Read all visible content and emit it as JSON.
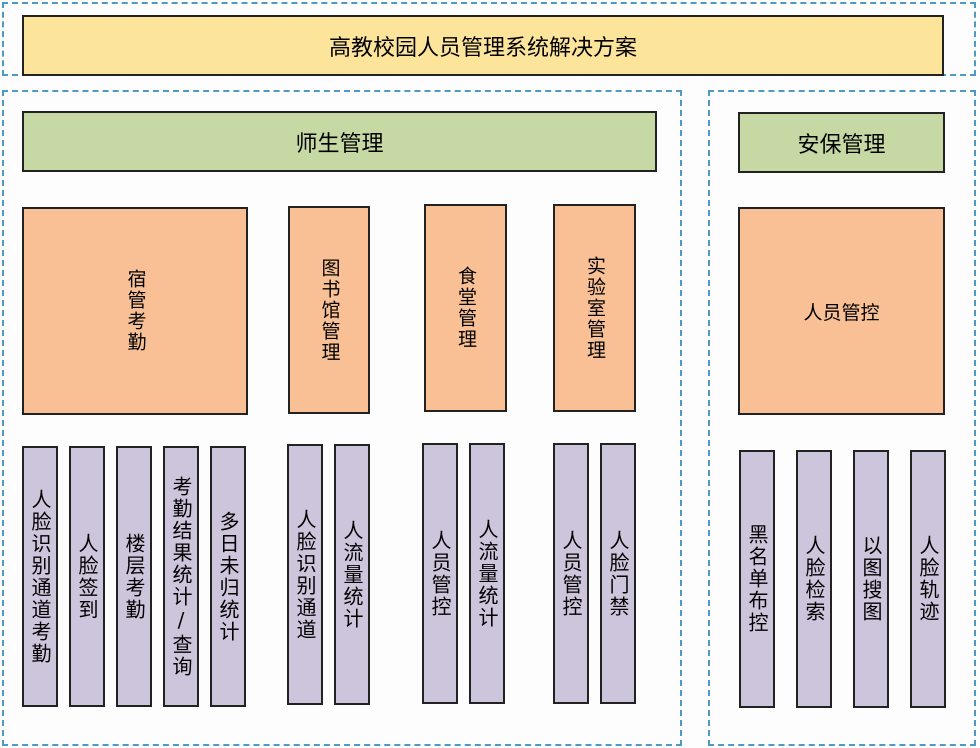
{
  "title": "高教校园人员管理系统解决方案",
  "colors": {
    "title_fill": "#fde49b",
    "section_fill": "#c6d8a3",
    "module_fill": "#f8c094",
    "function_fill": "#cdc5dc",
    "dashed_border": "#4f9ac4"
  },
  "sections": [
    {
      "name": "师生管理",
      "modules": [
        {
          "name": "宿管考勤",
          "functions": [
            "人脸识别通道考勤",
            "人脸签到",
            "楼层考勤",
            "考勤结果统计/查询",
            "多日未归统计"
          ]
        },
        {
          "name": "图书馆管理",
          "functions": [
            "人脸识别通道",
            "人流量统计"
          ]
        },
        {
          "name": "食堂管理",
          "functions": [
            "人员管控",
            "人流量统计"
          ]
        },
        {
          "name": "实验室管理",
          "functions": [
            "人员管控",
            "人脸门禁"
          ]
        }
      ]
    },
    {
      "name": "安保管理",
      "modules": [
        {
          "name": "人员管控",
          "functions": [
            "黑名单布控",
            "人脸检索",
            "以图搜图",
            "人脸轨迹"
          ]
        }
      ]
    }
  ]
}
